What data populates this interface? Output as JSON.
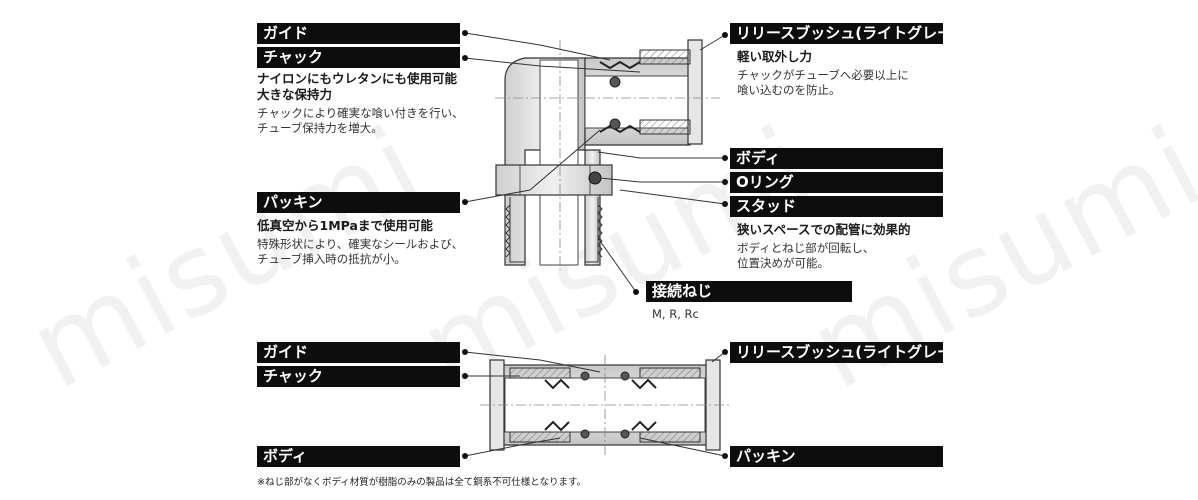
{
  "watermark": "misumi",
  "upper": {
    "left": [
      {
        "label": "ガイド"
      },
      {
        "label": "チャック",
        "heading": "ナイロンにもウレタンにも使用可能\n大きな保持力",
        "desc": "チャックにより確実な喰い付きを行い、\nチューブ保持力を増大。"
      },
      {
        "label": "パッキン",
        "heading": "低真空から1MPaまで使用可能",
        "desc": "特殊形状により、確実なシールおよび、\nチューブ挿入時の抵抗が小。"
      }
    ],
    "right": [
      {
        "label": "リリースブッシュ(ライトグレー)",
        "heading": "軽い取外し力",
        "desc": "チャックがチューブへ必要以上に\n喰い込むのを防止。"
      },
      {
        "label": "ボディ"
      },
      {
        "label": "Oリング"
      },
      {
        "label": "スタッド",
        "heading": "狭いスペースでの配管に効果的",
        "desc": "ボディとねじ部が回転し、\n位置決めが可能。"
      },
      {
        "label": "接続ねじ",
        "desc": "M, R, Rc"
      }
    ]
  },
  "lower": {
    "left": [
      {
        "label": "ガイド"
      },
      {
        "label": "チャック"
      },
      {
        "label": "ボディ"
      }
    ],
    "right": [
      {
        "label": "リリースブッシュ(ライトグレー)"
      },
      {
        "label": "パッキン"
      }
    ]
  },
  "footnote": "※ねじ部がなくボディ材質が樹脂のみの製品は全て銅系不可仕様となります。"
}
